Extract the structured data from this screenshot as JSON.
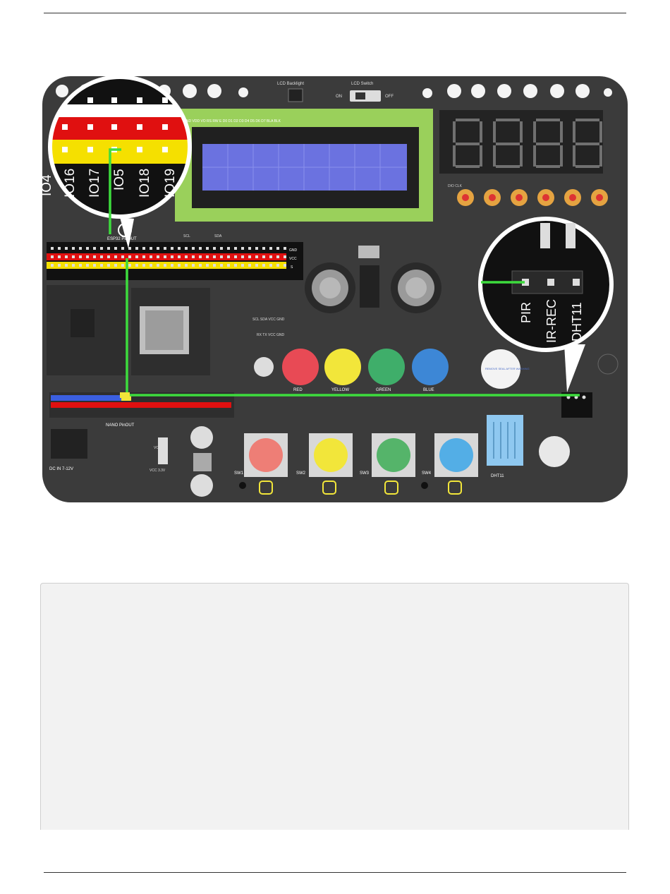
{
  "board": {
    "header_labels": {
      "lcd_backlight": "LCD Backlight",
      "lcd_switch": "LCD Switch",
      "on": "ON",
      "off": "OFF"
    },
    "lcd_pins": "GND VDD VO RS RW E D0 D1 D2 D3 D4 D5 D6 D7 BLA BLK",
    "dio_clk": "DIO CLK",
    "esp32_pinout": "ESP32 PinOUT",
    "scl": "SCL",
    "sda": "SDA",
    "row_gnd": "GND",
    "row_vcc": "VCC",
    "row_s": "S",
    "i2c_pins": "SCL SDA VCC GND",
    "uart_pins": "RX TX VCC GND",
    "led_labels": [
      "RED",
      "YELLOW",
      "GREEN",
      "BLUE"
    ],
    "nano_pinout": "NANO PinOUT",
    "vcc_5v": "VCC5V",
    "vcc_3v3": "VCC 3.3V",
    "dc_in": "DC IN 7-12V",
    "switch_labels": [
      "SW1",
      "SW2",
      "SW3",
      "SW4"
    ],
    "dht11": "DHT11",
    "buzzer_sticker": "REMOVE SEAL AFTER WASHING",
    "zoom_pins": [
      "IO16",
      "IO17",
      "IO5",
      "IO18",
      "IO19"
    ],
    "zoom_pin_partial": "IO4",
    "zoom_sensors": [
      "PIR",
      "IR-REC",
      "DHT11"
    ]
  },
  "code_block": {
    "content": ""
  },
  "colors": {
    "board": "#3a3a3a",
    "wire": "#3ddc3d",
    "header_black": "#111111",
    "header_red": "#e01010",
    "header_yellow": "#f5e000",
    "lcd_screen": "#6b72e0",
    "led_red": "#e84a55",
    "led_yellow": "#f2e63a",
    "led_green": "#3fae6a",
    "led_blue": "#3d87d6"
  }
}
